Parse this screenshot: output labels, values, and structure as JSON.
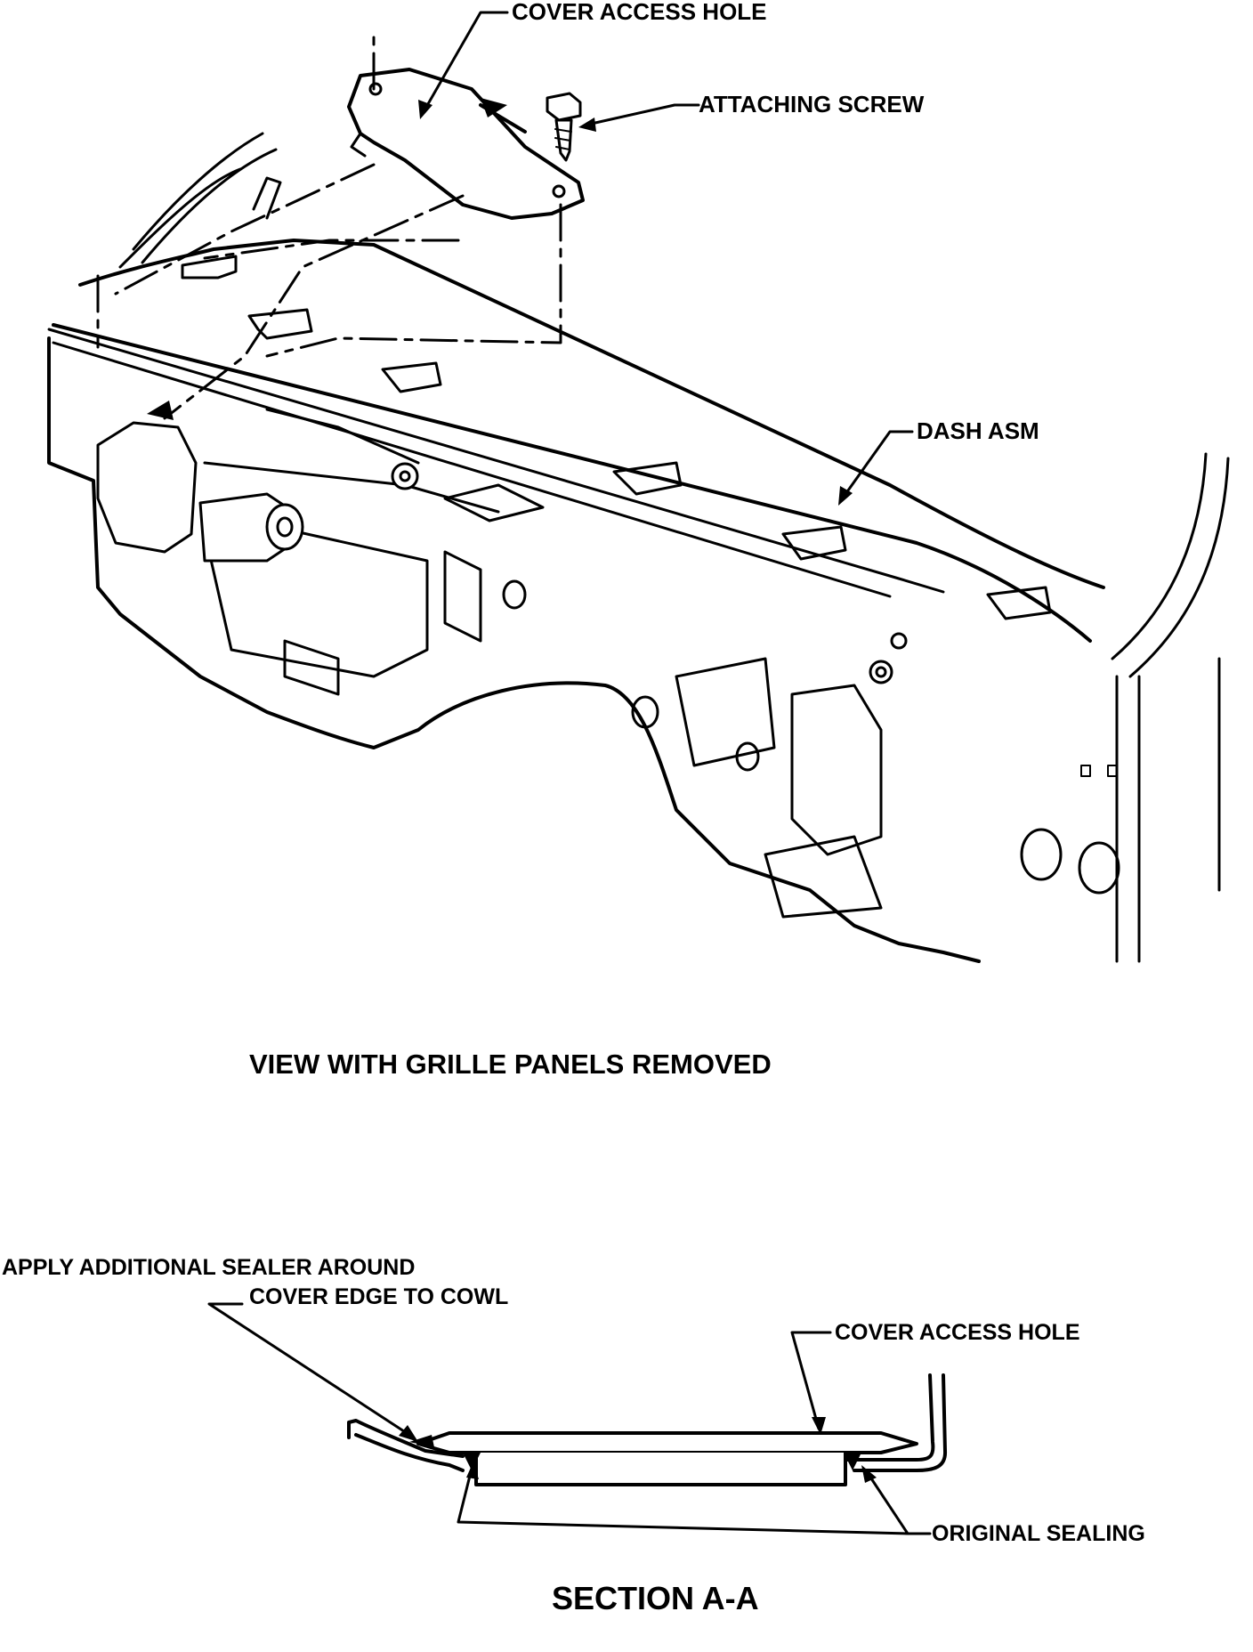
{
  "labels": {
    "cover_access_hole_top": "COVER ACCESS HOLE",
    "attaching_screw": "ATTACHING SCREW",
    "dash_asm": "DASH ASM",
    "view_caption": "VIEW WITH GRILLE PANELS REMOVED",
    "sealer_line1": "APPLY ADDITIONAL SEALER AROUND",
    "sealer_line2": "COVER EDGE TO COWL",
    "cover_access_hole_section": "COVER ACCESS HOLE",
    "original_sealing": "ORIGINAL SEALING",
    "section_caption": "SECTION A-A"
  }
}
